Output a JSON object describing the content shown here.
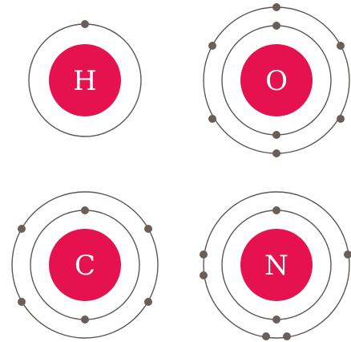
{
  "colors": {
    "nucleus": "#e5124f",
    "shell": "#5f5551",
    "electron": "#6a5e59",
    "nucleus_text": "#ffffff",
    "background": "#ffffff"
  },
  "atoms": [
    {
      "symbol": "H",
      "shells": [
        {
          "electrons": 1
        }
      ]
    },
    {
      "symbol": "O",
      "shells": [
        {
          "electrons": 2
        },
        {
          "electrons": 6
        }
      ]
    },
    {
      "symbol": "C",
      "shells": [
        {
          "electrons": 2
        },
        {
          "electrons": 4
        }
      ]
    },
    {
      "symbol": "N",
      "shells": [
        {
          "electrons": 2
        },
        {
          "electrons": 5
        }
      ]
    }
  ]
}
